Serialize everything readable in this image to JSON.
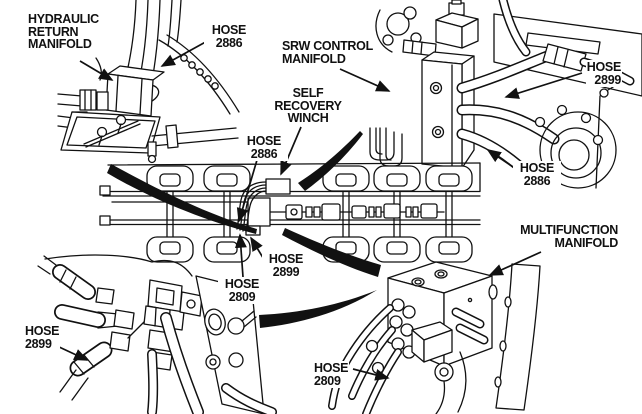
{
  "figure": {
    "background": "#ffffff",
    "ink": "#111111",
    "callouts": [
      {
        "id": "hydraulic-return-manifold",
        "lines": [
          "HYDRAULIC",
          "RETURN",
          "MANIFOLD"
        ]
      },
      {
        "id": "hose-2886-top",
        "lines": [
          "HOSE",
          "2886"
        ]
      },
      {
        "id": "srw-control-manifold",
        "lines": [
          "SRW CONTROL",
          "MANIFOLD"
        ]
      },
      {
        "id": "self-recovery-winch",
        "lines": [
          "SELF",
          "RECOVERY",
          "WINCH"
        ]
      },
      {
        "id": "hose-2899-top-right",
        "lines": [
          "HOSE",
          "2899"
        ]
      },
      {
        "id": "hose-2886-right",
        "lines": [
          "HOSE",
          "2886"
        ]
      },
      {
        "id": "hose-2886-center",
        "lines": [
          "HOSE",
          "2886"
        ]
      },
      {
        "id": "hose-2899-center",
        "lines": [
          "HOSE",
          "2899"
        ]
      },
      {
        "id": "hose-2809-center",
        "lines": [
          "HOSE",
          "2809"
        ]
      },
      {
        "id": "multifunction-manifold",
        "lines": [
          "MULTIFUNCTION",
          "MANIFOLD"
        ]
      },
      {
        "id": "hose-2899-bottom-left",
        "lines": [
          "HOSE",
          "2899"
        ]
      },
      {
        "id": "hose-2809-bottom",
        "lines": [
          "HOSE",
          "2809"
        ]
      }
    ]
  }
}
